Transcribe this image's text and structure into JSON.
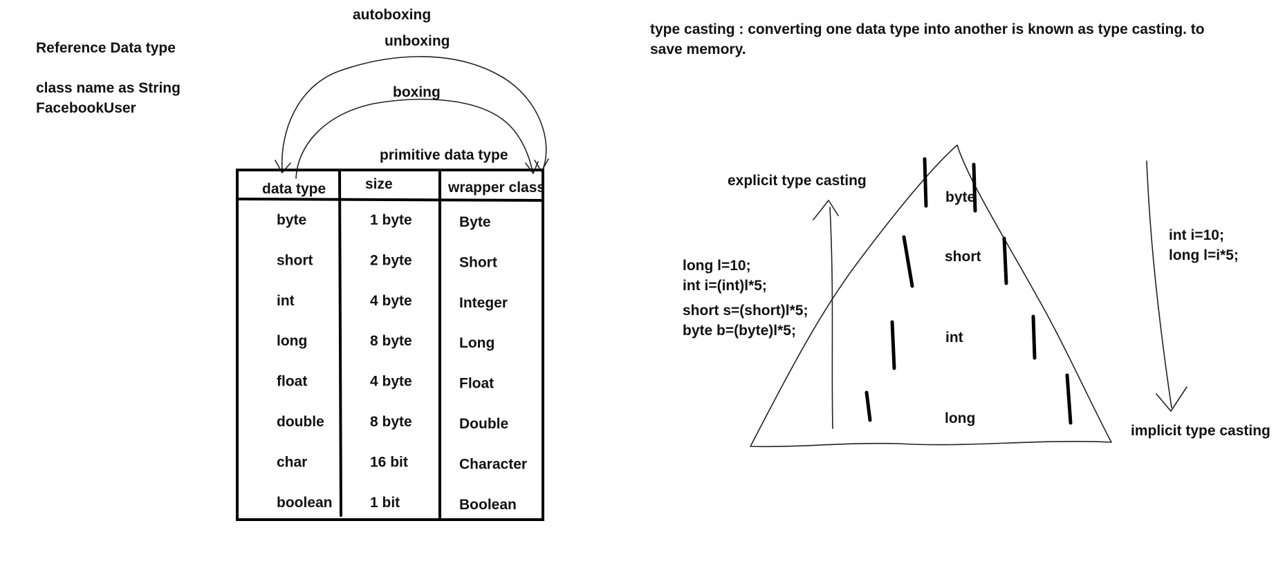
{
  "left_notes": {
    "title": "Reference Data type",
    "line1": "class name as String",
    "line2": "FacebookUser"
  },
  "arrows": {
    "autoboxing": "autoboxing",
    "unboxing": "unboxing",
    "boxing": "boxing",
    "primitive": "primitive data type"
  },
  "table": {
    "headers": [
      "data type",
      "size",
      "wrapper class"
    ],
    "rows": [
      [
        "byte",
        "1 byte",
        "Byte"
      ],
      [
        "short",
        "2 byte",
        "Short"
      ],
      [
        "int",
        "4 byte",
        "Integer"
      ],
      [
        "long",
        "8 byte",
        "Long"
      ],
      [
        "float",
        "4 byte",
        "Float"
      ],
      [
        "double",
        "8 byte",
        "Double"
      ],
      [
        "char",
        "16 bit",
        "Character"
      ],
      [
        "boolean",
        "1 bit",
        "Boolean"
      ]
    ]
  },
  "casting": {
    "definition_line1": "type casting : converting one data type into another is known as type casting. to",
    "definition_line2": "save memory.",
    "explicit_label": "explicit type casting",
    "implicit_label": "implicit type casting",
    "explicit_code": [
      "long l=10;",
      "int i=(int)l*5;",
      "short s=(short)l*5;",
      "byte b=(byte)l*5;"
    ],
    "implicit_code": [
      "int i=10;",
      "long l=i*5;"
    ],
    "pyramid_levels": [
      "byte",
      "short",
      "int",
      "long"
    ]
  }
}
